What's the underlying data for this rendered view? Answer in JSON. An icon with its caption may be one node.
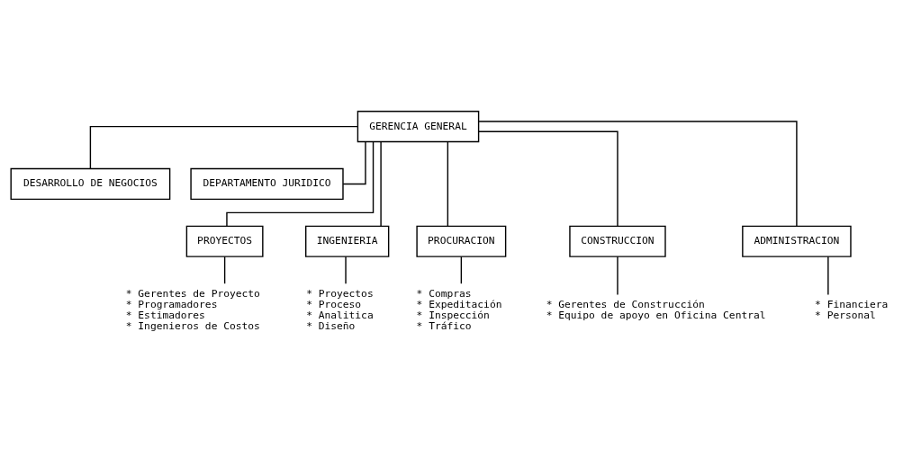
{
  "diagram": {
    "nodes": [
      {
        "text": [
          "GERENCIA GENERAL"
        ]
      },
      {
        "text": [
          "DESARROLLO DE NEGOCIOS"
        ]
      },
      {
        "text": [
          "DEPARTAMENTO JURIDICO"
        ]
      },
      {
        "text": [
          "PROYECTOS"
        ]
      },
      {
        "text": [
          "INGENIERIA"
        ]
      },
      {
        "text": [
          "PROCURACION"
        ]
      },
      {
        "text": [
          "CONSTRUCCION"
        ]
      },
      {
        "text": [
          "ADMINISTRACION"
        ]
      },
      {
        "text": [
          "* Gerentes de Proyecto",
          "* Programadores",
          "* Estimadores",
          "* Ingenieros de Costos"
        ]
      },
      {
        "text": [
          "* Proyectos",
          "* Proceso",
          "* Analitica",
          "* Diseño"
        ]
      },
      {
        "text": [
          "* Compras",
          "* Expeditación",
          "* Inspección",
          "* Tráfico"
        ]
      },
      {
        "text": [
          "* Gerentes de Construcción",
          "* Equipo de apoyo en Oficina Central"
        ]
      },
      {
        "text": [
          "* Financiera",
          "* Personal"
        ]
      }
    ],
    "edges": [
      {
        "from": 0,
        "to": 1,
        "arrow": "none"
      },
      {
        "from": 0,
        "to": 2,
        "arrow": "none"
      },
      {
        "from": 0,
        "to": 3,
        "arrow": "none"
      },
      {
        "from": 0,
        "to": 4,
        "arrow": "none"
      },
      {
        "from": 0,
        "to": 5,
        "arrow": "none"
      },
      {
        "from": 0,
        "to": 6,
        "arrow": "none"
      },
      {
        "from": 0,
        "to": 7,
        "arrow": "none"
      },
      {
        "from": 3,
        "to": 8,
        "arrow": "none"
      },
      {
        "from": 4,
        "to": 9,
        "arrow": "none"
      },
      {
        "from": 5,
        "to": 10,
        "arrow": "none"
      },
      {
        "from": 6,
        "to": 11,
        "arrow": "none"
      },
      {
        "from": 7,
        "to": 12,
        "arrow": "none"
      }
    ]
  }
}
